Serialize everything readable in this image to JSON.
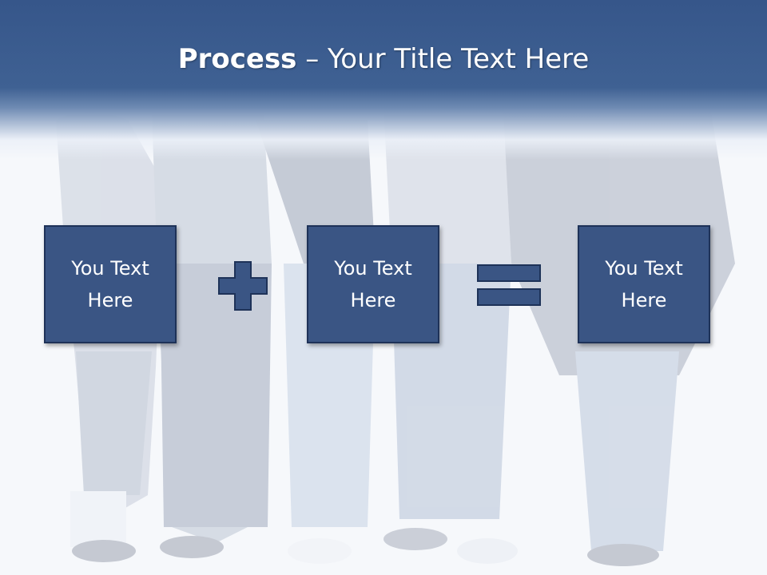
{
  "slide": {
    "title_bold": "Process",
    "title_rest": " – Your Title Text Here"
  },
  "boxes": [
    {
      "text": "You Text Here"
    },
    {
      "text": "You Text Here"
    },
    {
      "text": "You Text Here"
    }
  ],
  "operators": [
    "plus-icon",
    "equals-icon"
  ],
  "colors": {
    "title_band": "#3f6193",
    "box_fill": "#3a5584",
    "box_border": "#1e3258",
    "text": "#ffffff"
  },
  "background": "faded photo of a group of young people in jeans"
}
